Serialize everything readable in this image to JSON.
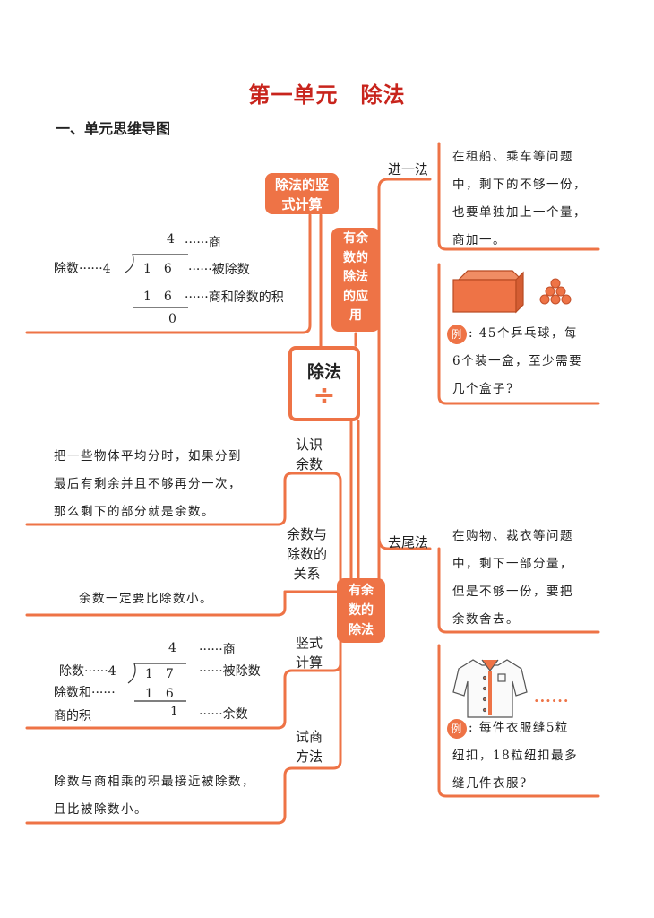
{
  "page": {
    "title": "第一单元　除法",
    "section_heading": "一、单元思维导图"
  },
  "center": {
    "label": "除法",
    "symbol": "÷"
  },
  "vertical_calc_top": {
    "box_label_line1": "除法的竖",
    "box_label_line2": "式计算",
    "quotient": "4",
    "quotient_note": "······商",
    "divisor_label": "除数······4",
    "dividend": "1　6",
    "dividend_note": "······被除数",
    "product": "1　6",
    "product_note": "······商和除数的积",
    "remainder": "0"
  },
  "application": {
    "box_label_lines": [
      "有余",
      "数的",
      "除法",
      "的应",
      "用"
    ],
    "round_up": {
      "label": "进一法",
      "lines": [
        "在租船、乘车等问题",
        "中，剩下的不够一份，",
        "也要单独加上一个量，",
        "商加一。"
      ],
      "example_badge": "例",
      "example_lines": [
        ": 45个乒乓球，每",
        "6个装一盒，至少需要",
        "几个盒子?"
      ]
    },
    "round_down": {
      "label": "去尾法",
      "lines": [
        "在购物、裁衣等问题",
        "中，剩下一部分量，",
        "但是不够一份，要把",
        "余数舍去。"
      ],
      "example_badge": "例",
      "example_lines": [
        ": 每件衣服缝5粒",
        "纽扣，18粒纽扣最多",
        "缝几件衣服?"
      ],
      "dots": "······"
    }
  },
  "remainder_division": {
    "box_label_lines": [
      "有余",
      "数的",
      "除法"
    ],
    "know_remainder": {
      "label_lines": [
        "认识",
        "余数"
      ],
      "lines": [
        "把一些物体平均分时，如果分到",
        "最后有剩余并且不够再分一次，",
        "那么剩下的部分就是余数。"
      ]
    },
    "relation": {
      "label_lines": [
        "余数与",
        "除数的",
        "关系"
      ],
      "text": "余数一定要比除数小。"
    },
    "vertical": {
      "label_lines": [
        "竖式",
        "计算"
      ],
      "quotient": "4",
      "quotient_note": "······商",
      "divisor_label": "除数······4",
      "dividend": "1　7",
      "dividend_note": "······被除数",
      "product_label_1": "除数和······",
      "product_label_2": "商的积",
      "product": "1　6",
      "remainder": "1",
      "remainder_note": "······余数"
    },
    "trial": {
      "label_lines": [
        "试商",
        "方法"
      ],
      "lines": [
        "除数与商相乘的积最接近被除数，",
        "且比被除数小。"
      ]
    }
  },
  "colors": {
    "accent": "#ee7346",
    "title": "#c8241c"
  }
}
